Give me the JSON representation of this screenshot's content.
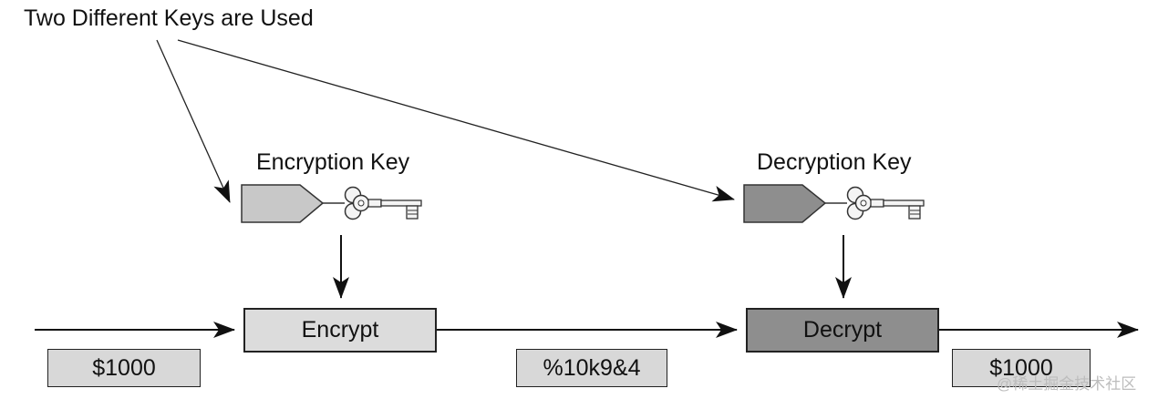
{
  "title": "Two Different Keys are Used",
  "encryption_key": {
    "label": "Encryption Key"
  },
  "decryption_key": {
    "label": "Decryption Key"
  },
  "processes": {
    "encrypt": "Encrypt",
    "decrypt": "Decrypt"
  },
  "data": {
    "plaintext_in": "$1000",
    "ciphertext": "%10k9&4",
    "plaintext_out": "$1000"
  },
  "watermark": "@稀土掘金技术社区",
  "colors": {
    "encrypt_box": "#dcdcdc",
    "decrypt_box": "#8e8e8e",
    "encryption_key_tag": "#c8c8c8",
    "decryption_key_tag": "#8e8e8e",
    "data_box": "#d8d8d8",
    "stroke": "#222222"
  },
  "icons": {
    "encryption_key": "key-icon",
    "decryption_key": "key-icon"
  }
}
